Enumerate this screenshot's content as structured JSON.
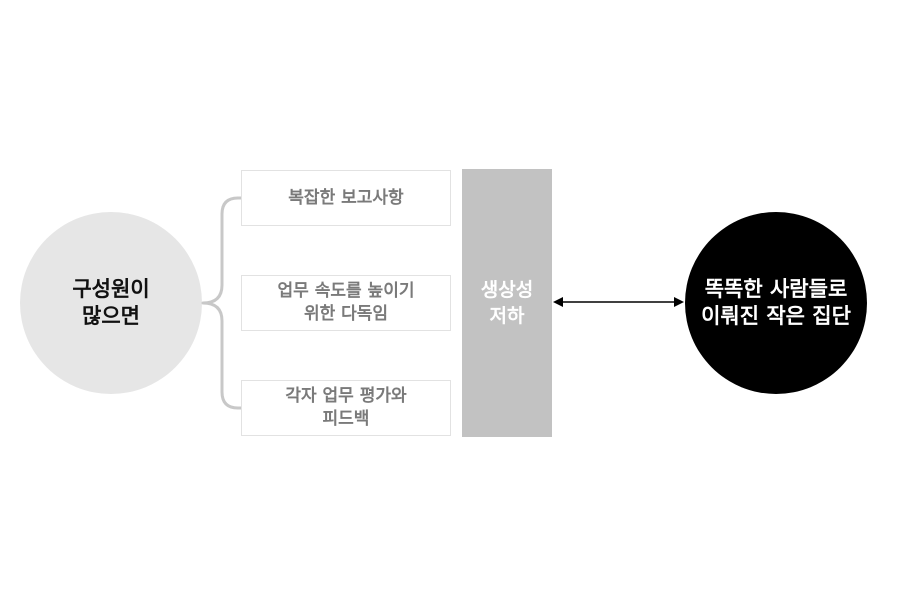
{
  "left_circle": {
    "line1": "구성원이",
    "line2": "많으면"
  },
  "factors": [
    {
      "line1": "복잡한 보고사항",
      "line2": ""
    },
    {
      "line1": "업무 속도를 높이기",
      "line2": "위한 다독임"
    },
    {
      "line1": "각자 업무 평가와",
      "line2": "피드백"
    }
  ],
  "result_bar": {
    "line1": "생상성",
    "line2": "저하"
  },
  "right_circle": {
    "line1": "똑똑한 사람들로",
    "line2": "이뤄진 작은 집단"
  },
  "colors": {
    "left_circle_fill": "#e6e6e6",
    "right_circle_fill": "#000000",
    "bar_fill": "#c2c2c2",
    "box_text": "#7a7a7a",
    "brace": "#c8c8c8",
    "arrow": "#000000"
  }
}
